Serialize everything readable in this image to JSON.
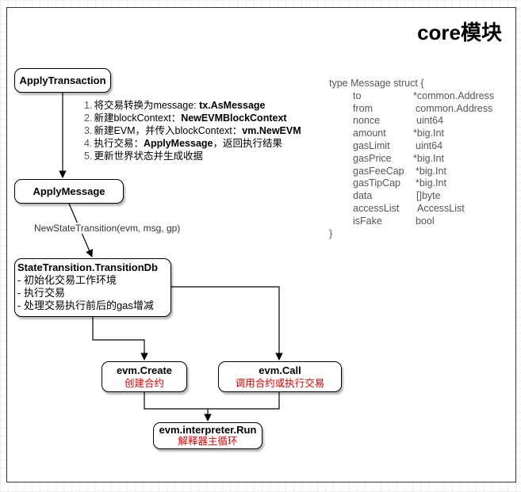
{
  "title": "core模块",
  "nodes": {
    "apply_transaction": "ApplyTransaction",
    "apply_message": "ApplyMessage",
    "state_transition": {
      "title": "StateTransition.TransitionDb",
      "lines": [
        "- 初始化交易工作环境",
        "- 执行交易",
        "- 处理交易执行前后的gas增减"
      ]
    },
    "evm_create": {
      "title": "evm.Create",
      "subtitle": "创建合约"
    },
    "evm_call": {
      "title": "evm.Call",
      "subtitle": "调用合约或执行交易"
    },
    "interpreter_run": {
      "title": "evm.interpreter.Run",
      "subtitle": "解释器主循环"
    }
  },
  "steps": [
    {
      "num": "1.",
      "text": "将交易转换为message: ",
      "bold": "tx.AsMessage",
      "after": ""
    },
    {
      "num": "2.",
      "text": "新建blockContext：",
      "bold": "NewEVMBlockContext",
      "after": ""
    },
    {
      "num": "3.",
      "text": "新建EVM，并传入blockContext：",
      "bold": "vm.NewEVM",
      "after": ""
    },
    {
      "num": "4.",
      "text": "执行交易：",
      "bold": "ApplyMessage",
      "after": "，返回执行结果"
    },
    {
      "num": "5.",
      "text": "更新世界状态并生成收据",
      "bold": "",
      "after": ""
    }
  ],
  "edge_label": "NewStateTransition(evm, msg, gp)",
  "struct": {
    "header": "type Message struct {",
    "fields": [
      {
        "name": "to",
        "type": "*common.Address"
      },
      {
        "name": "from",
        "type": "common.Address"
      },
      {
        "name": "nonce",
        "type": "uint64"
      },
      {
        "name": "amount",
        "type": "*big.Int"
      },
      {
        "name": "gasLimit",
        "type": "uint64"
      },
      {
        "name": "gasPrice",
        "type": "*big.Int"
      },
      {
        "name": "gasFeeCap",
        "type": "*big.Int"
      },
      {
        "name": "gasTipCap",
        "type": "*big.Int"
      },
      {
        "name": "data",
        "type": "[]byte"
      },
      {
        "name": "accessList",
        "type": "AccessList"
      },
      {
        "name": "isFake",
        "type": "bool"
      }
    ],
    "footer": "}"
  }
}
